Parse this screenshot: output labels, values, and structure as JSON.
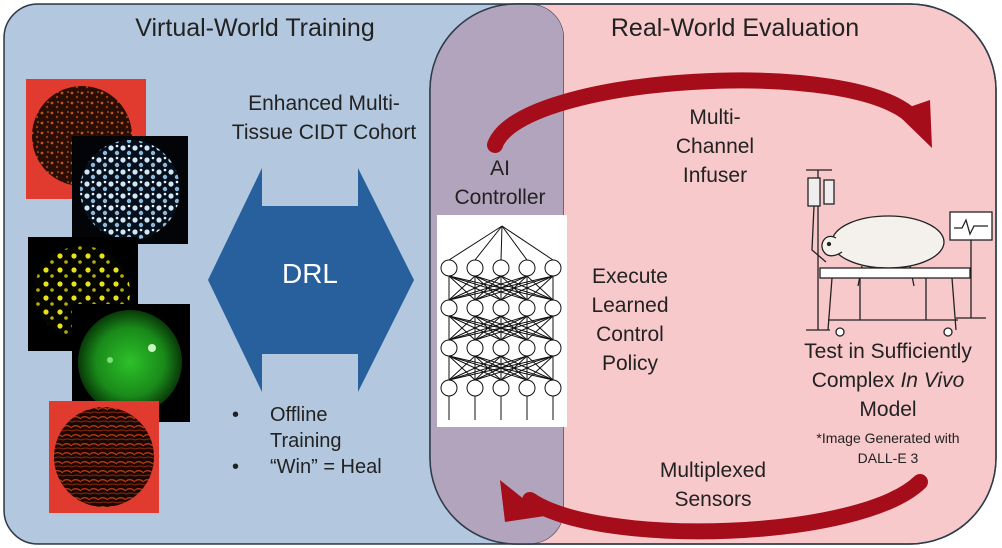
{
  "left_panel": {
    "title": "Virtual-World Training",
    "cohort_label": "Enhanced Multi-Tissue CIDT Cohort",
    "cohort_lines": [
      "Enhanced Multi-",
      "Tissue CIDT Cohort"
    ],
    "arrow_label": "DRL",
    "bullets": [
      {
        "lines": [
          "Offline",
          "Training"
        ]
      },
      {
        "lines": [
          "“Win” = Heal"
        ]
      }
    ],
    "bullet_glyph": "•"
  },
  "right_panel": {
    "title": "Real-World Evaluation",
    "infuser_lines": [
      "Multi-",
      "Channel",
      "Infuser"
    ],
    "sensors_lines": [
      "Multiplexed",
      "Sensors"
    ],
    "test_lines": [
      "Test in Sufficiently",
      "Complex",
      "In Vivo",
      "Model"
    ],
    "image_note_lines": [
      "*Image Generated with",
      "DALL-E 3"
    ]
  },
  "center": {
    "controller_lines": [
      "AI",
      "Controller"
    ],
    "policy_lines": [
      "Execute",
      "Learned",
      "Control",
      "Policy"
    ]
  },
  "colors": {
    "left_bg": "#b3c8df",
    "right_bg": "#f8c9cb",
    "overlap": "#b3a4bd",
    "dark_blue_arrow": "#27609c",
    "dark_red_arrow": "#a50d1a"
  },
  "icons": [
    "tissue-image",
    "neural-network-icon",
    "pig-on-table-illustration",
    "iv-stand-icon",
    "vital-monitor-icon"
  ]
}
